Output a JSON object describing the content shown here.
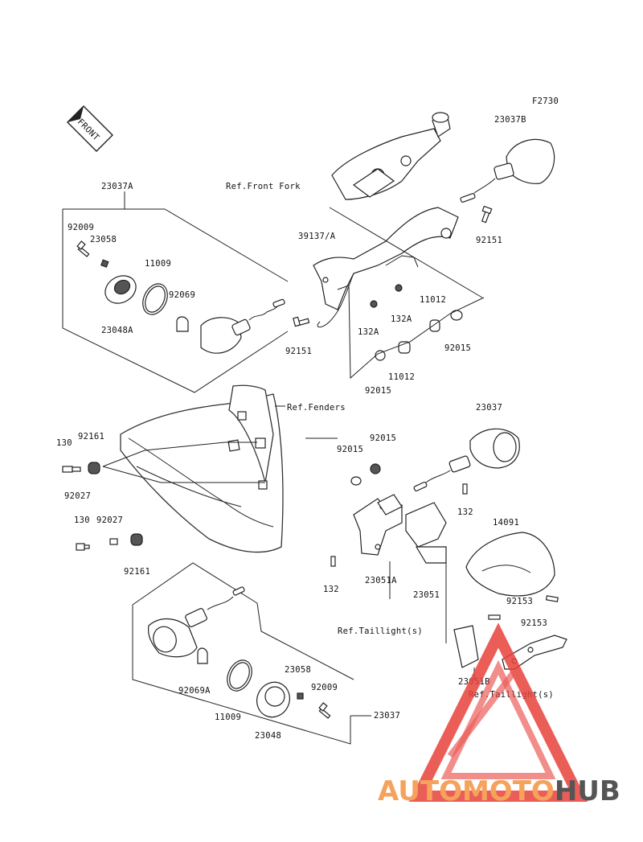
{
  "figure_code": "F2730",
  "front_tag": "FRONT",
  "watermark": {
    "part1": "AUTOMOTO",
    "part2": "HUB",
    "color_accent": "#e8423c",
    "color_orange": "#f5a35c",
    "color_gray": "#555555"
  },
  "labels": {
    "p23037B": "23037B",
    "p23037A": "23037A",
    "ref_front_fork": "Ref.Front Fork",
    "p92009_top": "92009",
    "p23058_top": "23058",
    "p11009_top": "11009",
    "p92069": "92069",
    "p23048A": "23048A",
    "p39137A": "39137/A",
    "p92151_right": "92151",
    "p92151_left": "92151",
    "p132A_1": "132A",
    "p132A_2": "132A",
    "p11012_1": "11012",
    "p11012_2": "11012",
    "p92015_1": "92015",
    "p92015_2": "92015",
    "ref_fenders": "Ref.Fenders",
    "p23037": "23037",
    "p130_1": "130",
    "p92161_1": "92161",
    "p92027_1": "92027",
    "p92015_3": "92015",
    "p92015_4": "92015",
    "p130_2": "130",
    "p92027_2": "92027",
    "p92161_2": "92161",
    "p132_1": "132",
    "p14091": "14091",
    "p132_2": "132",
    "p23051A": "23051A",
    "p23051": "23051",
    "p92153_1": "92153",
    "p92153_2": "92153",
    "ref_taillight_1": "Ref.Taillight(s)",
    "p23051B": "23051B",
    "ref_taillight_2": "Ref.Taillight(s)",
    "p23058_bot": "23058",
    "p92009_bot": "92009",
    "p92069A": "92069A",
    "p11009_bot": "11009",
    "p23048": "23048",
    "p23037_bot": "23037"
  }
}
